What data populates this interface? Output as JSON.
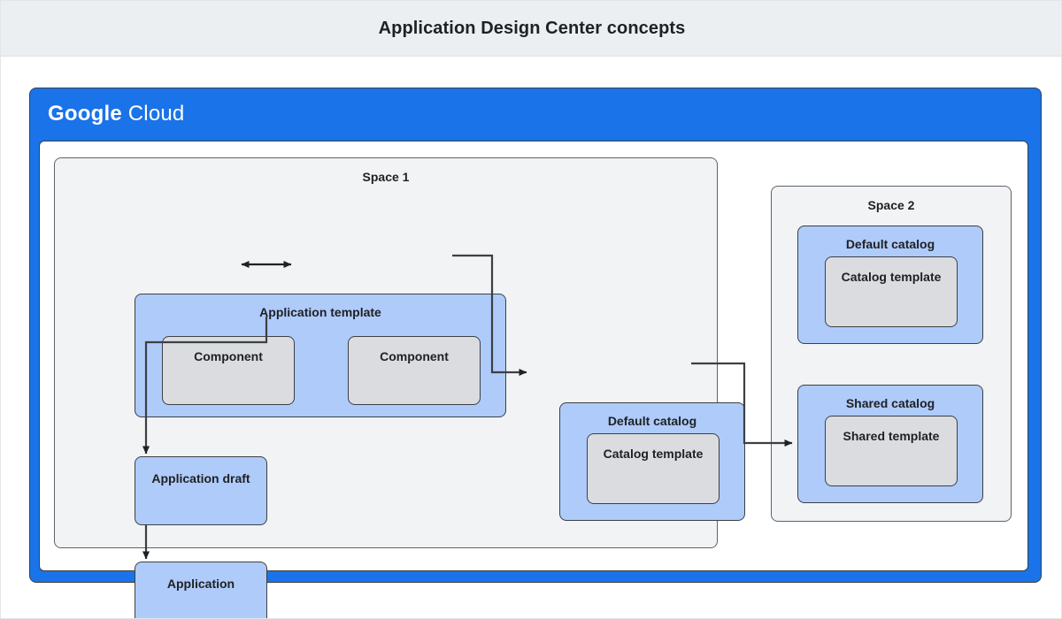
{
  "header": {
    "title": "Application Design Center concepts"
  },
  "diagram": {
    "cloud": {
      "logo_primary": "Google",
      "logo_secondary": "Cloud",
      "brand_color": "#1a73e8",
      "border_color": "#3c4043"
    },
    "palette": {
      "title_bar_background": "#eceff1",
      "space_background": "#f1f3f4",
      "group_blue": "#aecbfa",
      "leaf_gray": "#dadce0",
      "text": "#202124",
      "connector": "#3c4043"
    },
    "spaces": [
      {
        "id": "space1",
        "label": "Space 1",
        "nodes": {
          "application_template": "Application template",
          "component_left": "Component",
          "component_right": "Component",
          "application_draft": "Application draft",
          "application": "Application",
          "default_catalog": "Default catalog",
          "catalog_template": "Catalog template"
        }
      },
      {
        "id": "space2",
        "label": "Space 2",
        "nodes": {
          "default_catalog": "Default catalog",
          "catalog_template": "Catalog template",
          "shared_catalog": "Shared catalog",
          "shared_template": "Shared template"
        }
      }
    ],
    "connectors": [
      {
        "name": "component-to-component",
        "type": "double-arrow"
      },
      {
        "name": "application-template-to-application-draft",
        "type": "arrow"
      },
      {
        "name": "application-draft-to-application",
        "type": "arrow"
      },
      {
        "name": "application-template-to-catalog-template",
        "type": "arrow"
      },
      {
        "name": "default-catalog-to-shared-catalog",
        "type": "arrow"
      }
    ]
  }
}
